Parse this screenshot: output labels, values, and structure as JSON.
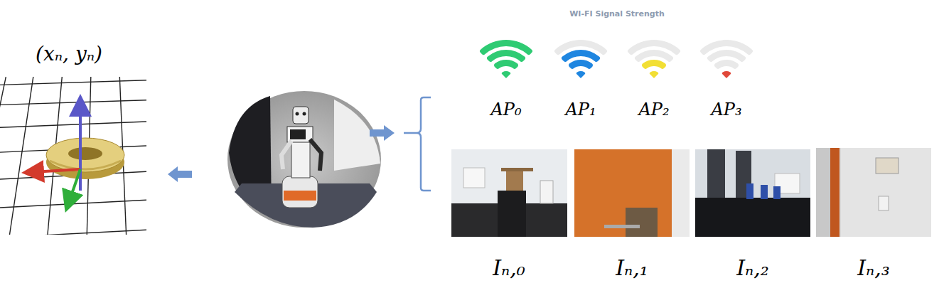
{
  "diagram": {
    "labels": [
      "(xₙ, yₙ)",
      "WI-FI Signal Strength",
      "AP₀",
      "AP₁",
      "AP₂",
      "AP₃",
      "Iₙ,₀",
      "Iₙ,₁",
      "Iₙ,₂",
      "Iₙ,₃"
    ]
  }
}
